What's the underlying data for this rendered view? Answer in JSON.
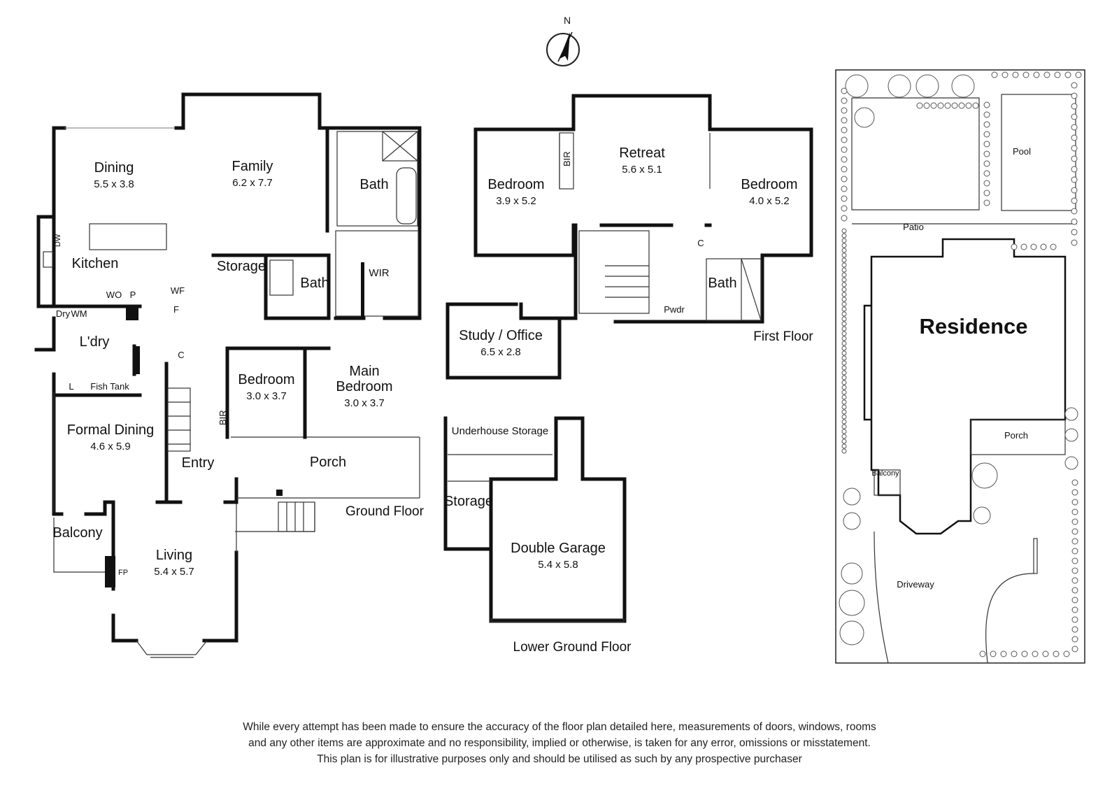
{
  "compass": {
    "label": "N"
  },
  "ground_floor": {
    "title": "Ground Floor",
    "rooms": {
      "dining": {
        "name": "Dining",
        "dims": "5.5 x 3.8"
      },
      "family": {
        "name": "Family",
        "dims": "6.2 x 7.7"
      },
      "bath1": {
        "name": "Bath"
      },
      "kitchen": {
        "name": "Kitchen"
      },
      "storage": {
        "name": "Storage"
      },
      "bath2": {
        "name": "Bath"
      },
      "wir": {
        "name": "WIR"
      },
      "laundry": {
        "name": "L'dry"
      },
      "bedroom": {
        "name": "Bedroom",
        "dims": "3.0 x 3.7"
      },
      "main_bedroom": {
        "name_line1": "Main",
        "name_line2": "Bedroom",
        "dims": "3.0 x 3.7"
      },
      "formal_dining": {
        "name": "Formal Dining",
        "dims": "4.6 x 5.9"
      },
      "entry": {
        "name": "Entry"
      },
      "porch": {
        "name": "Porch"
      },
      "balcony": {
        "name": "Balcony"
      },
      "living": {
        "name": "Living",
        "dims": "5.4 x 5.7"
      }
    },
    "fixtures": {
      "dw": "DW",
      "wo": "WO",
      "p": "P",
      "wf": "WF",
      "f": "F",
      "c": "C",
      "dry": "Dry",
      "wm": "WM",
      "l": "L",
      "fish_tank": "Fish Tank",
      "bir": "BIR",
      "fp": "FP"
    }
  },
  "first_floor": {
    "title": "First Floor",
    "rooms": {
      "bedroom_w": {
        "name": "Bedroom",
        "dims": "3.9 x 5.2"
      },
      "retreat": {
        "name": "Retreat",
        "dims": "5.6 x 5.1"
      },
      "bedroom_e": {
        "name": "Bedroom",
        "dims": "4.0 x 5.2"
      },
      "bath": {
        "name": "Bath"
      },
      "pwdr": {
        "name": "Pwdr"
      },
      "study": {
        "name": "Study / Office",
        "dims": "6.5 x 2.8"
      }
    },
    "fixtures": {
      "bir": "BIR",
      "c": "C"
    }
  },
  "lower_ground_floor": {
    "title": "Lower Ground Floor",
    "rooms": {
      "underhouse": {
        "name": "Underhouse Storage"
      },
      "storage": {
        "name": "Storage"
      },
      "garage": {
        "name": "Double Garage",
        "dims": "5.4 x 5.8"
      }
    }
  },
  "site_plan": {
    "pool": "Pool",
    "patio": "Patio",
    "residence": "Residence",
    "porch": "Porch",
    "balcony": "Balcony",
    "driveway": "Driveway"
  },
  "disclaimer": {
    "line1": "While every attempt has been made to ensure the accuracy of the floor plan detailed here, measurements of doors, windows, rooms",
    "line2": "and any other items are approximate and no responsibility, implied or otherwise, is taken for any error, omissions or misstatement.",
    "line3": "This plan is for illustrative purposes only and should be utilised as such by any prospective purchaser"
  }
}
